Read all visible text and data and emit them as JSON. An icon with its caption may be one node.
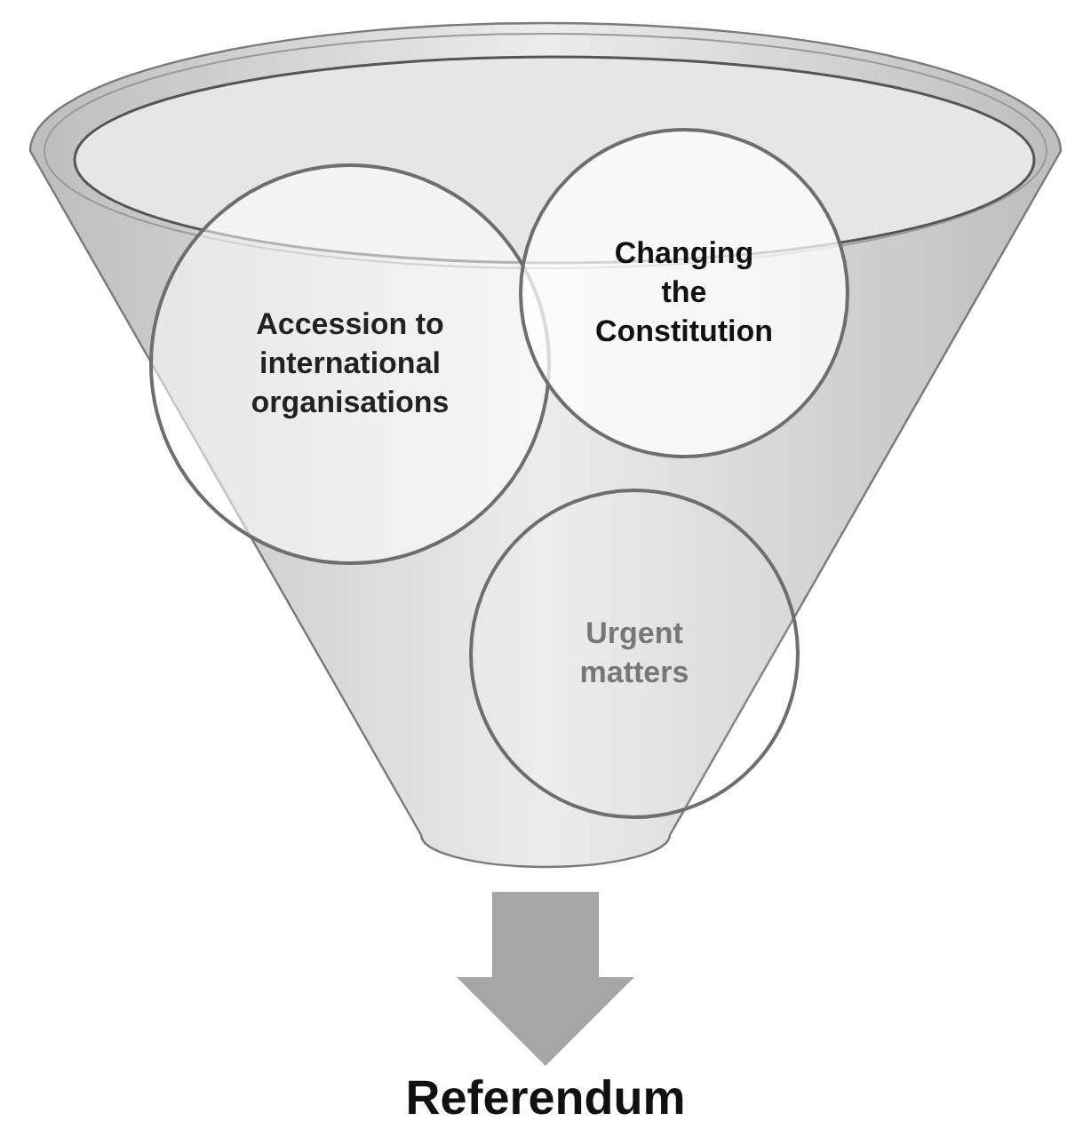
{
  "diagram": {
    "nodes": [
      {
        "text": [],
        "shape": "funnel"
      },
      {
        "text": [
          "Accession to international organisations"
        ],
        "in": 0
      },
      {
        "text": [
          "Changing the Constitution"
        ],
        "in": 0
      },
      {
        "text": [
          "Urgent matters"
        ],
        "in": 0
      },
      {
        "text": [
          "Referendum"
        ]
      }
    ],
    "edges": [
      {
        "from": 0,
        "to": 4,
        "arrow": "to",
        "color": "#a6a6a6"
      }
    ]
  }
}
